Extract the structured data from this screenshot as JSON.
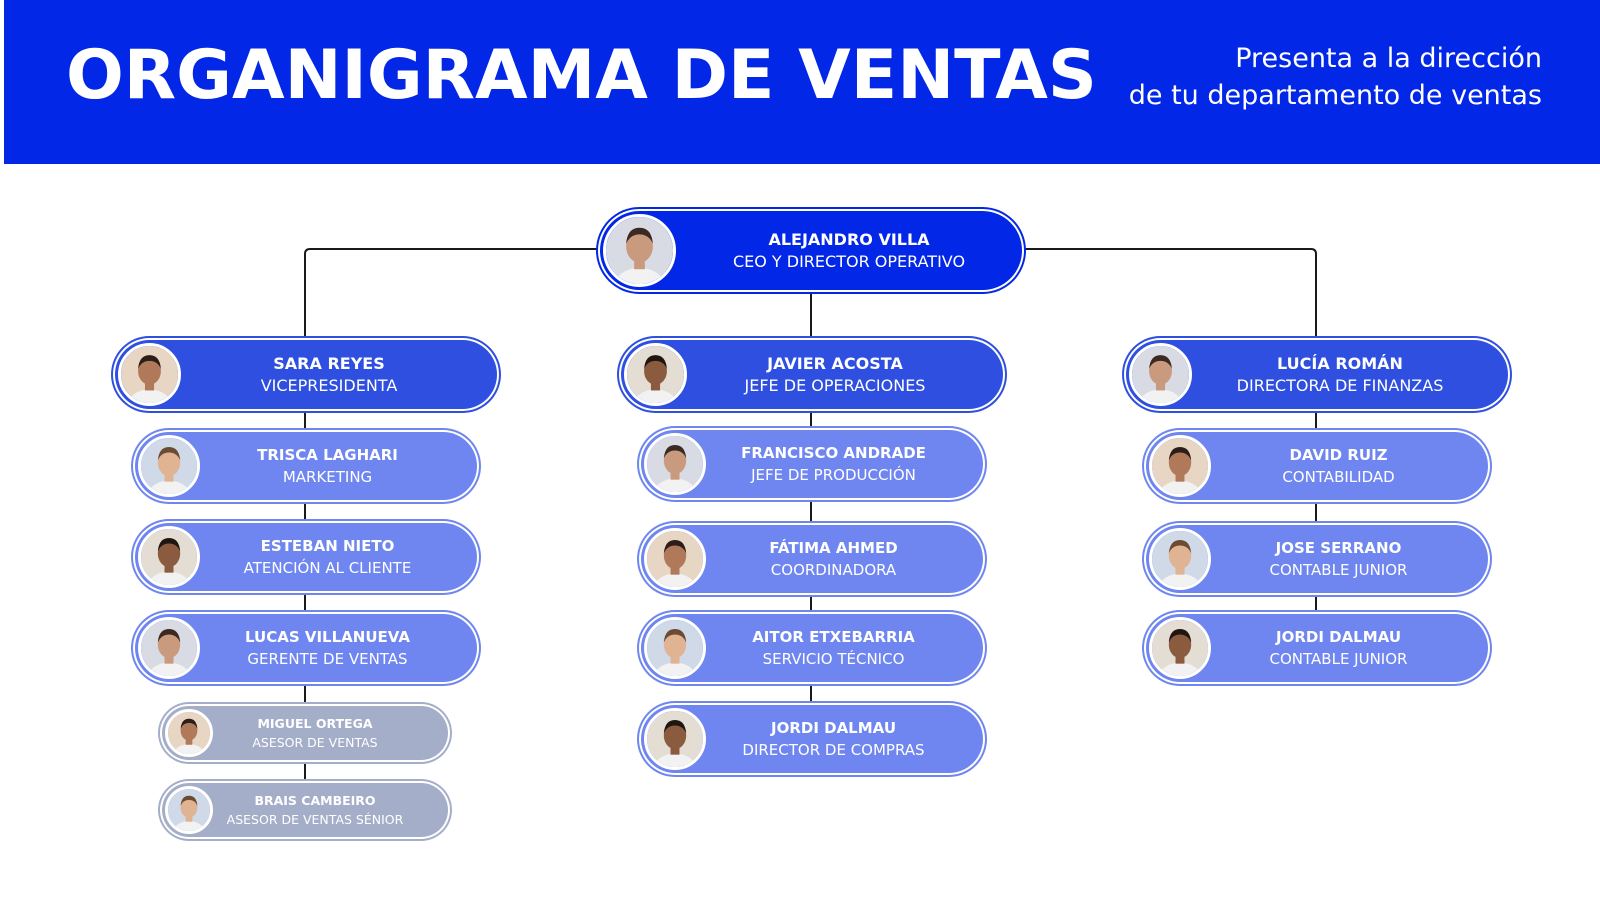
{
  "header": {
    "title": "ORGANIGRAMA DE VENTAS",
    "subtitle_line1": "Presenta a la dirección",
    "subtitle_line2": "de tu departamento de ventas"
  },
  "colors": {
    "header_bg": "#0327e6",
    "ceo_node": "#0327e6",
    "manager_node": "#2e4fe0",
    "staff_node": "#6f86f0",
    "junior_node": "#a4aec8",
    "connector": "#1a1a1a"
  },
  "org": {
    "ceo": {
      "name": "ALEJANDRO VILLA",
      "role": "CEO Y DIRECTOR OPERATIVO",
      "avatar": "person-avatar-icon"
    },
    "columns": [
      {
        "manager": {
          "name": "SARA REYES",
          "role": "VICEPRESIDENTA",
          "avatar": "person-avatar-icon"
        },
        "members": [
          {
            "name": "TRISCA LAGHARI",
            "role": "MARKETING",
            "avatar": "person-avatar-icon"
          },
          {
            "name": "ESTEBAN NIETO",
            "role": "ATENCIÓN AL CLIENTE",
            "avatar": "person-avatar-icon"
          },
          {
            "name": "LUCAS VILLANUEVA",
            "role": "GERENTE DE VENTAS",
            "avatar": "person-avatar-icon"
          }
        ],
        "sub_members": [
          {
            "name": "MIGUEL ORTEGA",
            "role": "ASESOR DE VENTAS",
            "avatar": "person-avatar-icon"
          },
          {
            "name": "BRAIS CAMBEIRO",
            "role": "ASESOR DE VENTAS SÉNIOR",
            "avatar": "person-avatar-icon"
          }
        ]
      },
      {
        "manager": {
          "name": "JAVIER ACOSTA",
          "role": "JEFE DE OPERACIONES",
          "avatar": "person-avatar-icon"
        },
        "members": [
          {
            "name": "FRANCISCO ANDRADE",
            "role": "JEFE DE PRODUCCIÓN",
            "avatar": "person-avatar-icon"
          },
          {
            "name": "FÁTIMA AHMED",
            "role": "COORDINADORA",
            "avatar": "person-avatar-icon"
          },
          {
            "name": "AITOR ETXEBARRIA",
            "role": "SERVICIO TÉCNICO",
            "avatar": "person-avatar-icon"
          },
          {
            "name": "JORDI DALMAU",
            "role": "DIRECTOR DE COMPRAS",
            "avatar": "person-avatar-icon"
          }
        ],
        "sub_members": []
      },
      {
        "manager": {
          "name": "LUCÍA ROMÁN",
          "role": "DIRECTORA DE FINANZAS",
          "avatar": "person-avatar-icon"
        },
        "members": [
          {
            "name": "DAVID RUIZ",
            "role": "CONTABILIDAD",
            "avatar": "person-avatar-icon"
          },
          {
            "name": "JOSE SERRANO",
            "role": "CONTABLE JUNIOR",
            "avatar": "person-avatar-icon"
          },
          {
            "name": "JORDI DALMAU",
            "role": "CONTABLE JUNIOR",
            "avatar": "person-avatar-icon"
          }
        ],
        "sub_members": []
      }
    ]
  }
}
